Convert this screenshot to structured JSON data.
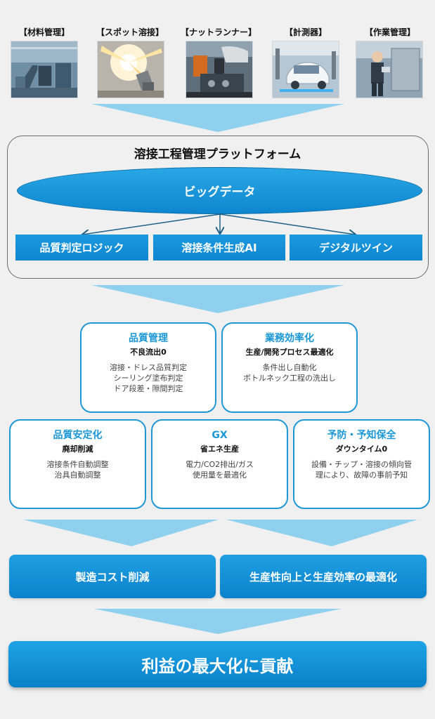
{
  "sources": [
    {
      "label": "【材料管理】",
      "icon": "factory-line-photo"
    },
    {
      "label": "【スポット溶接】",
      "icon": "welding-sparks-photo"
    },
    {
      "label": "【ナットランナー】",
      "icon": "nutrunner-photo"
    },
    {
      "label": "【計測器】",
      "icon": "measuring-robot-photo"
    },
    {
      "label": "【作業管理】",
      "icon": "worker-photo"
    }
  ],
  "platform": {
    "title": "溶接工程管理プラットフォーム",
    "bigdata": "ビッグデータ",
    "features": [
      "品質判定ロジック",
      "溶接条件生成AI",
      "デジタルツイン"
    ]
  },
  "benefits_top": [
    {
      "title": "品質管理",
      "subtitle": "不良流出0",
      "lines": [
        "溶接・ドレス品質判定",
        "シーリング塗布判定",
        "ドア段差・隙間判定"
      ]
    },
    {
      "title": "業務効率化",
      "subtitle": "生産/開発プロセス最適化",
      "lines": [
        "条件出し自動化",
        "ボトルネック工程の洗出し"
      ]
    }
  ],
  "benefits_bottom": [
    {
      "title": "品質安定化",
      "subtitle": "廃却削減",
      "lines": [
        "溶接条件自動調整",
        "治具自動調整"
      ]
    },
    {
      "title": "GX",
      "subtitle": "省エネ生産",
      "lines": [
        "電力/CO2排出/ガス",
        "使用量を最適化"
      ]
    },
    {
      "title": "予防・予知保全",
      "subtitle": "ダウンタイム0",
      "lines": [
        "設備・チップ・溶接の傾向管",
        "理により、故障の事前予知"
      ]
    }
  ],
  "results": [
    "製造コスト削減",
    "生産性向上と生産効率の最適化"
  ],
  "final": "利益の最大化に貢献",
  "colors": {
    "accent": "#1a97d6",
    "funnel": "#8fd0ee",
    "background": "#f0f0f0"
  }
}
